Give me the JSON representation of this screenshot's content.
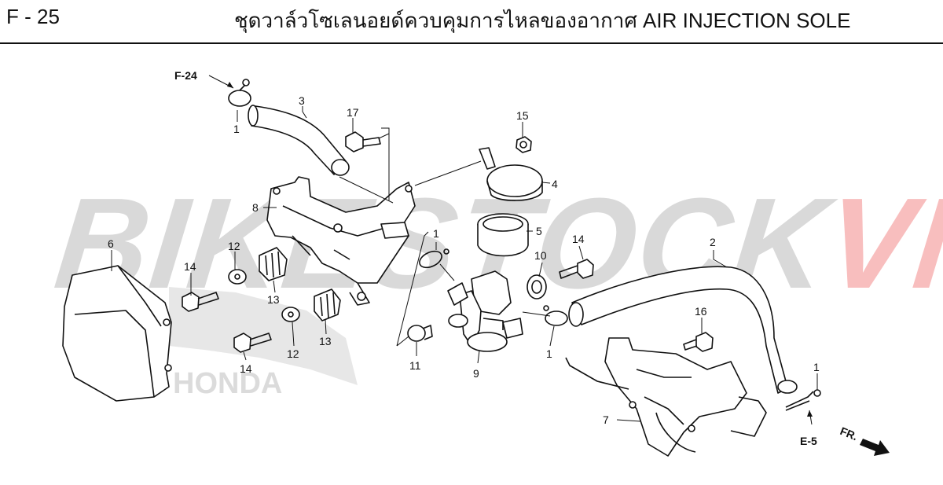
{
  "header": {
    "code": "F - 25",
    "title": "ชุดวาล์วโซเลนอยด์ควบคุมการไหลของอากาศ  AIR INJECTION SOLE"
  },
  "watermark": {
    "part_a": "BIKESTOCK",
    "part_b": "VN",
    "logo_text": "HONDA"
  },
  "refs": {
    "f24": "F-24",
    "e5": "E-5",
    "fr": "FR."
  },
  "callouts": {
    "c1a": "1",
    "c1b": "1",
    "c1c": "1",
    "c1d": "1",
    "c2": "2",
    "c3": "3",
    "c4": "4",
    "c5": "5",
    "c6": "6",
    "c7": "7",
    "c8": "8",
    "c9": "9",
    "c10": "10",
    "c11": "11",
    "c12a": "12",
    "c12b": "12",
    "c13a": "13",
    "c13b": "13",
    "c14a": "14",
    "c14b": "14",
    "c14c": "14",
    "c15": "15",
    "c16": "16",
    "c17": "17"
  },
  "colors": {
    "watermark_gray": "#aaaaaa",
    "watermark_red": "#eb4646"
  }
}
